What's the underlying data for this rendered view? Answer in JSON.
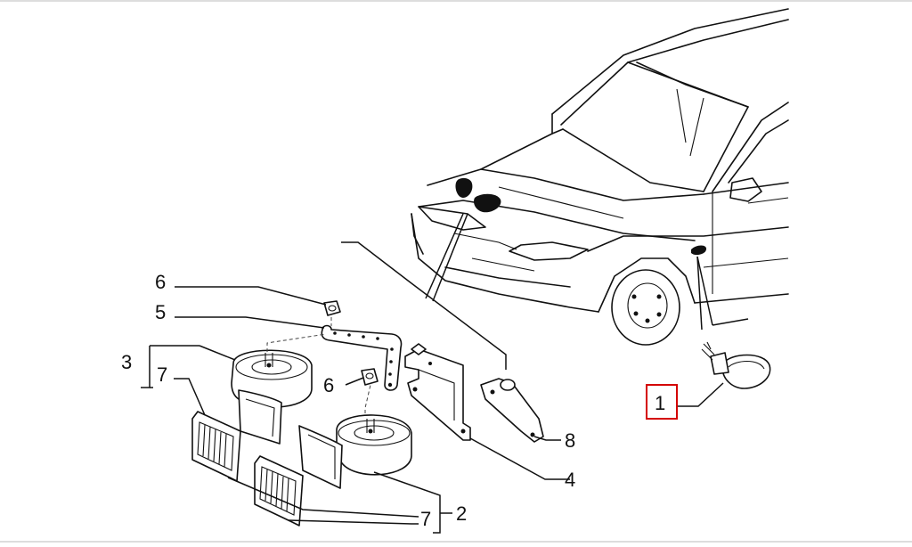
{
  "callouts": {
    "c1": "1",
    "c2": "2",
    "c3": "3",
    "c4": "4",
    "c5": "5",
    "c6a": "6",
    "c6b": "6",
    "c7a": "7",
    "c7b": "7",
    "c8": "8"
  },
  "highlight": {
    "label": "1",
    "color": "#d40000"
  }
}
